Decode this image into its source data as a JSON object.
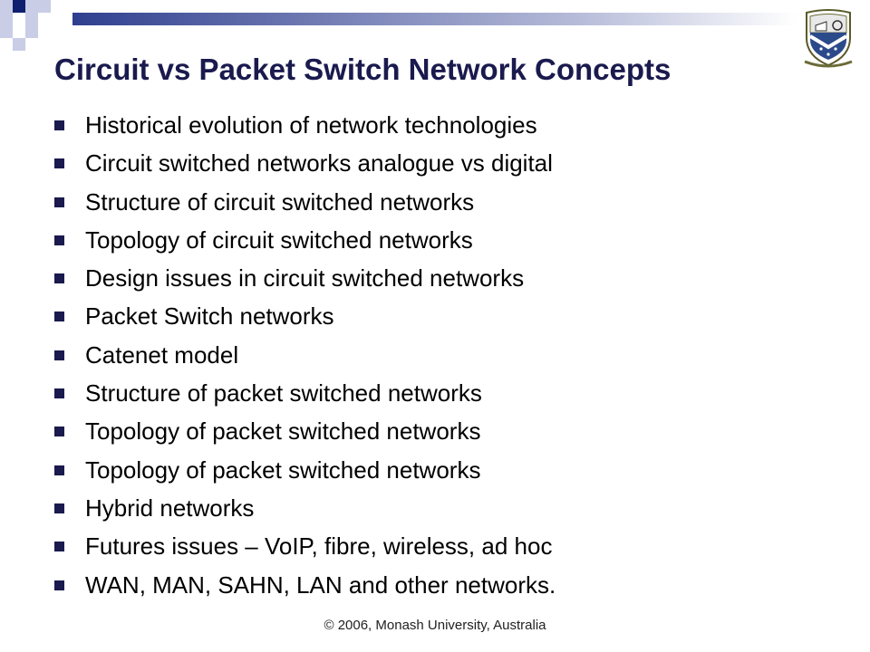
{
  "slide": {
    "title": "Circuit vs Packet Switch Network Concepts",
    "bullets": [
      "Historical evolution of network technologies",
      "Circuit switched networks analogue vs digital",
      "Structure of circuit switched networks",
      "Topology of circuit switched networks",
      "Design issues in circuit switched networks",
      "Packet Switch networks",
      "Catenet model",
      "Structure of packet switched networks",
      "Topology of packet switched networks",
      "Topology of packet switched networks",
      "Hybrid networks",
      "Futures issues – VoIP, fibre, wireless, ad hoc",
      "WAN, MAN, SAHN, LAN and other networks."
    ],
    "bullet_icon": "square-bullet-icon",
    "footer": "© 2006,  Monash University, Australia"
  },
  "decor": {
    "corner_icon": "corner-squares-icon",
    "band_icon": "gradient-band",
    "crest_icon": "university-crest-icon"
  },
  "colors": {
    "accent_navy": "#1a1a4e",
    "accent_blue": "#2f3f8f",
    "pale_blue": "#c9cde6",
    "text": "#000000"
  }
}
